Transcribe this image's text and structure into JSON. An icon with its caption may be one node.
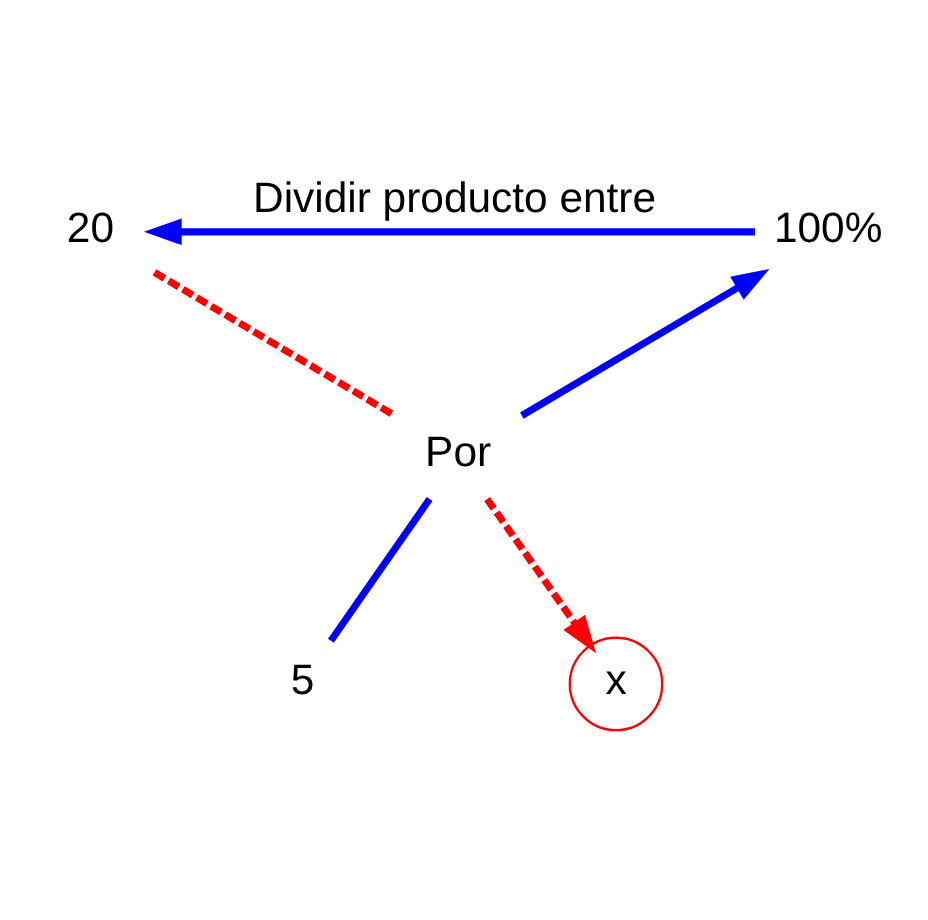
{
  "diagram": {
    "nodes": [
      {
        "text": [
          "20"
        ]
      },
      {
        "text": [
          "100%"
        ]
      },
      {
        "text": [
          "Por"
        ]
      },
      {
        "text": [
          "5"
        ]
      },
      {
        "text": [
          "x"
        ]
      }
    ],
    "edges": [
      {
        "from": 1,
        "to": 0,
        "arrow": "to",
        "label": "Dividir producto entre"
      },
      {
        "from": 0,
        "to": 2,
        "arrow": "none",
        "style": "dashed",
        "color": "#ff0000"
      },
      {
        "from": 2,
        "to": 4,
        "arrow": "to",
        "style": "dashed",
        "color": "#ff0000"
      },
      {
        "from": 3,
        "to": 2,
        "arrow": "none"
      },
      {
        "from": 2,
        "to": 1,
        "arrow": "to"
      }
    ]
  }
}
